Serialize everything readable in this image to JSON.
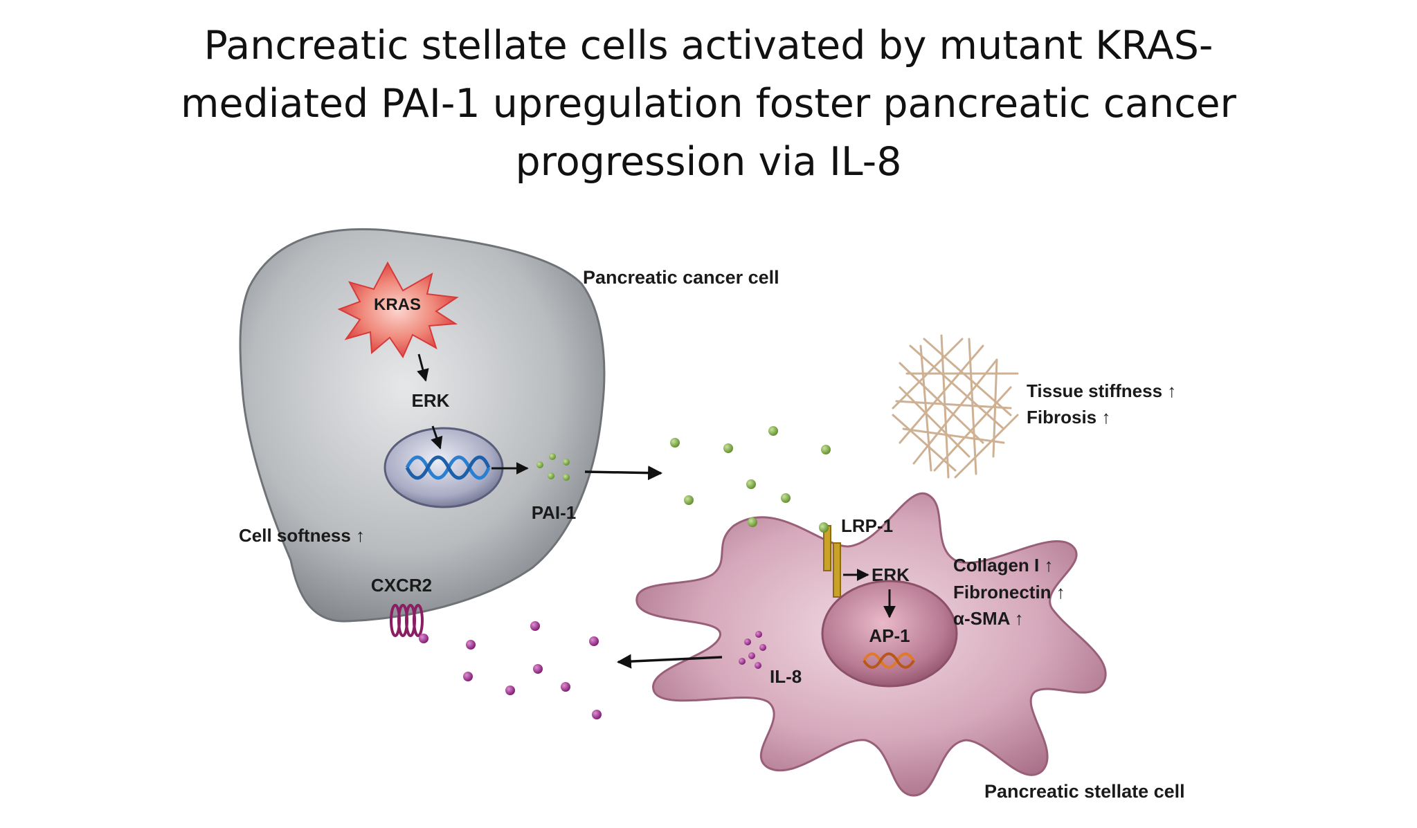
{
  "title": {
    "line1": "Pancreatic stellate cells activated by mutant KRAS-",
    "line2": "mediated PAI-1 upregulation foster pancreatic cancer",
    "line3": "progression via IL-8"
  },
  "cells": {
    "cancer_cell": "Pancreatic cancer cell",
    "stellate_cell": "Pancreatic stellate cell"
  },
  "molecules": {
    "kras": "KRAS",
    "erk_cancer": "ERK",
    "pai1": "PAI-1",
    "cxcr2": "CXCR2",
    "lrp1": "LRP-1",
    "erk_stellate": "ERK",
    "ap1": "AP-1",
    "il8": "IL-8"
  },
  "effects": {
    "cell_softness": "Cell softness ↑",
    "tissue_stiffness": "Tissue stiffness ↑",
    "fibrosis": "Fibrosis ↑",
    "collagen": "Collagen I ↑",
    "fibronectin": "Fibronectin ↑",
    "asma": "α-SMA ↑"
  },
  "colors": {
    "cancer_cell": "#b9bcbf",
    "stellate_cell": "#c58fa6",
    "kras": "#e24a4a",
    "pai1_dot": "#7cae3a",
    "il8_dot": "#a0278a",
    "dna": "#2a7fd0",
    "lrp1": "#c9a227",
    "ap1_dna": "#e07a2a",
    "fibers": "#c9a888"
  }
}
